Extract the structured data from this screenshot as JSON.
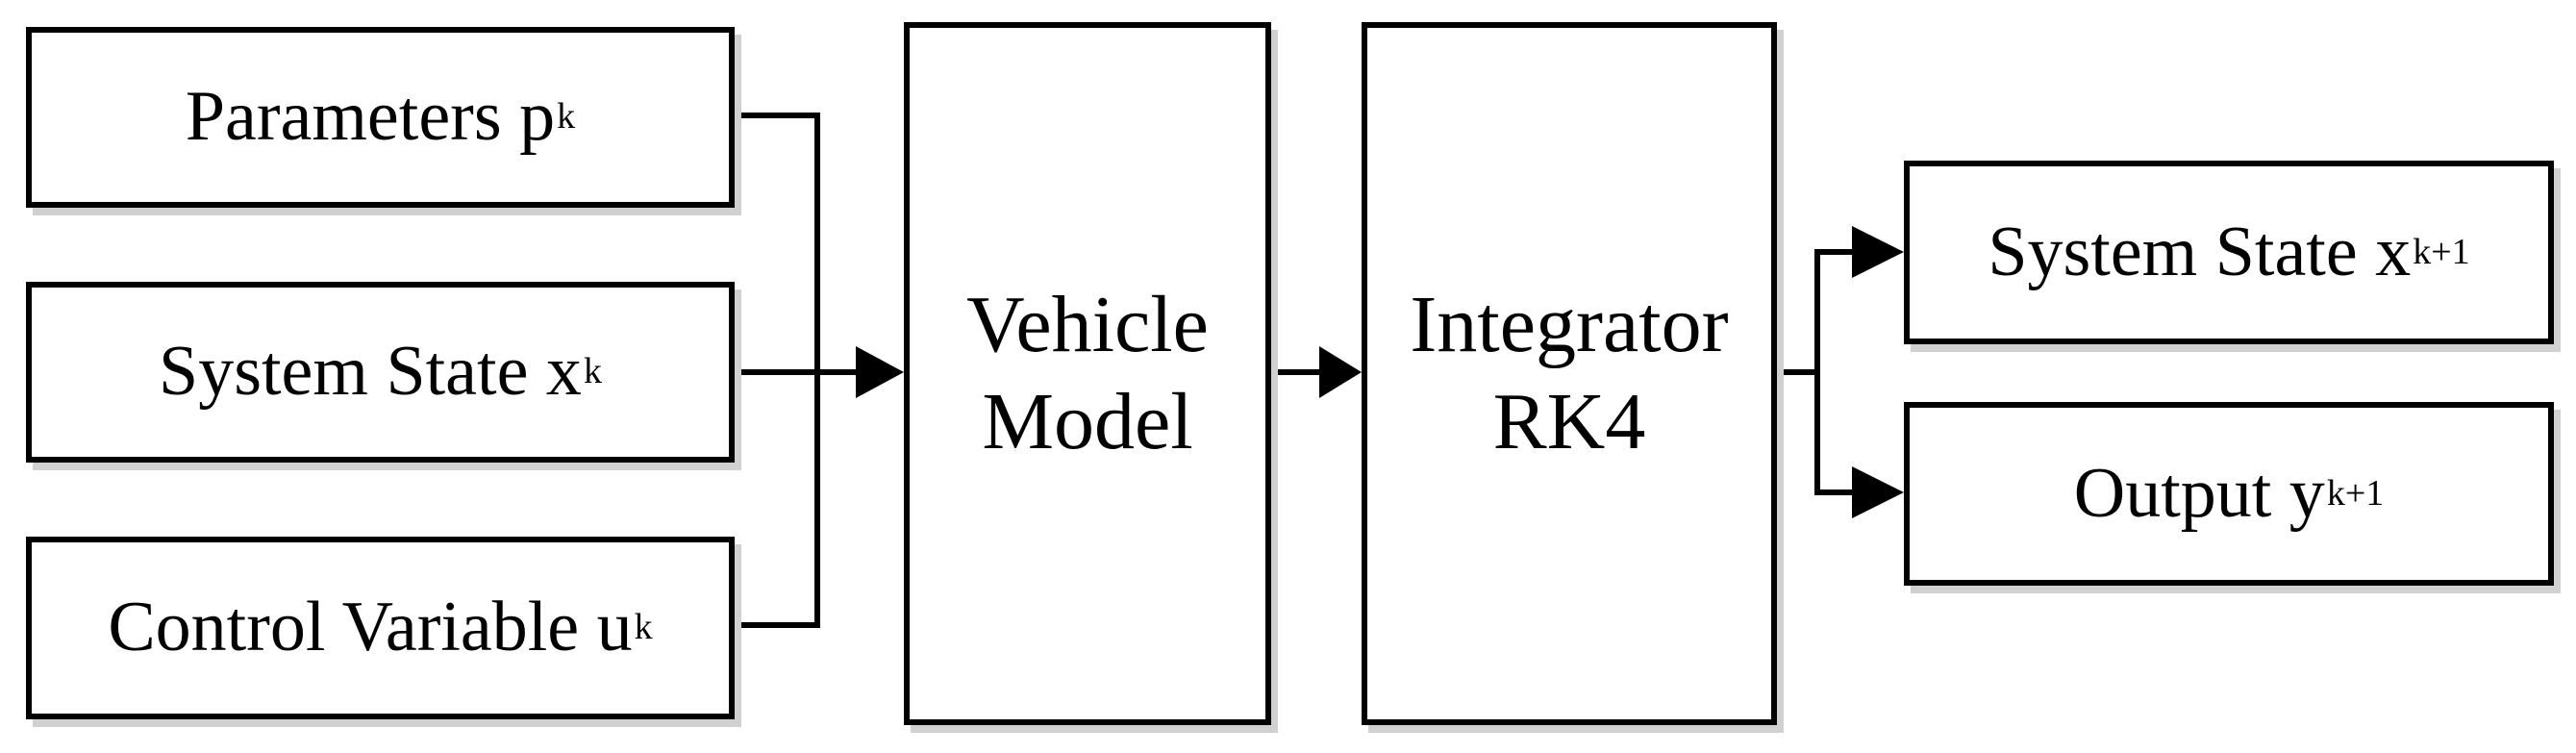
{
  "inputs": {
    "parameters": {
      "label": "Parameters p",
      "subscript": "k"
    },
    "system_state": {
      "label": "System State x",
      "subscript": "k"
    },
    "control_variable": {
      "label": "Control Variable u",
      "subscript": "k"
    }
  },
  "vehicle_model": {
    "line1": "Vehicle",
    "line2": "Model"
  },
  "integrator": {
    "line1": "Integrator",
    "line2": "RK4"
  },
  "outputs": {
    "system_state": {
      "label": "System State x",
      "subscript": "k+1"
    },
    "output": {
      "label": "Output y",
      "subscript": "k+1"
    }
  }
}
